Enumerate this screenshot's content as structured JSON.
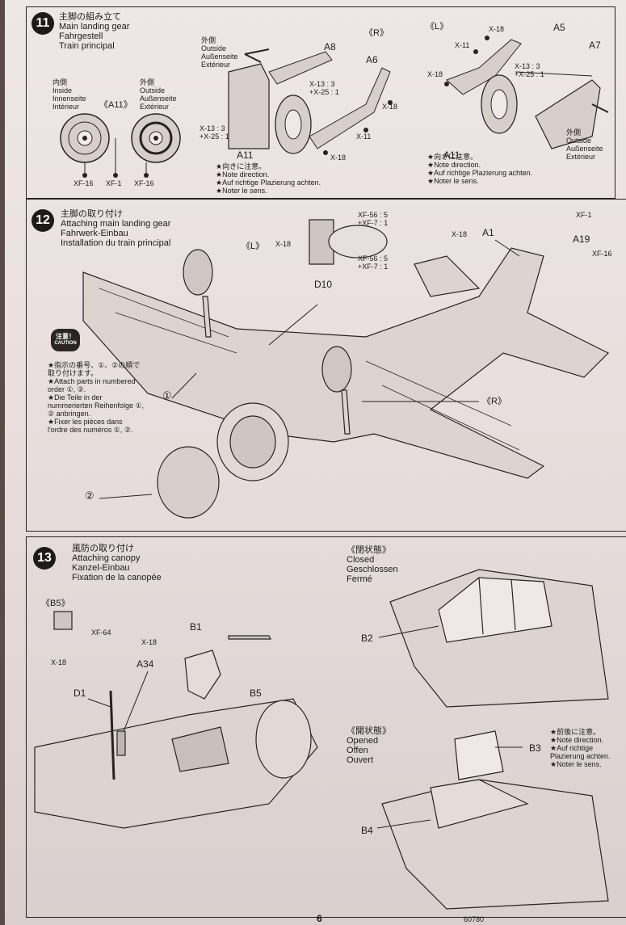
{
  "page_number": "6",
  "footer_code": "60780",
  "step11": {
    "number": "11",
    "title": [
      "主脚の組み立て",
      "Main landing gear",
      "Fahrgestell",
      "Train principal"
    ],
    "inside_label": [
      "内側",
      "Inside",
      "Innenseite",
      "Intérieur"
    ],
    "outside_label": [
      "外側",
      "Outside",
      "Außenseite",
      "Extérieur"
    ],
    "a11_view": "《A11》",
    "paint_xf16_a": "XF-16",
    "paint_xf1": "XF-1",
    "paint_xf16_b": "XF-16",
    "r_label": "《R》",
    "l_label": "《L》",
    "outside_r": [
      "外側",
      "Outside",
      "Außenseite",
      "Extérieur"
    ],
    "outside_l": [
      "外側",
      "Outside",
      "Außenseite",
      "Extérieur"
    ],
    "parts": {
      "a8": "A8",
      "a6": "A6",
      "a11_r": "A11",
      "a5": "A5",
      "a7": "A7",
      "a11_l": "A11"
    },
    "mix_r1": [
      "X-13 : 3",
      "+X-25 : 1"
    ],
    "mix_r2": [
      "X-13 : 3",
      "+X-25 : 1"
    ],
    "mix_l1": [
      "X-13 : 3",
      "+X-25 : 1"
    ],
    "x18_r": "X-18",
    "x11_r": "X-11",
    "x18_r2": "X-18",
    "x18_l": "X-18",
    "x11_l": "X-11",
    "x18_l2": "X-18",
    "note_r": [
      "★向きに注意。",
      "★Note direction.",
      "★Auf richtige Plazierung achten.",
      "★Noter le sens."
    ],
    "note_l": [
      "★向きに注意。",
      "★Note direction.",
      "★Auf richtige Plazierung achten.",
      "★Noter le sens."
    ]
  },
  "step12": {
    "number": "12",
    "title": [
      "主脚の取り付け",
      "Attaching main landing gear",
      "Fahrwerk-Einbau",
      "Installation du train principal"
    ],
    "mix_top": [
      "XF-56 : 5",
      "+XF-7 : 1"
    ],
    "mix_bottom": [
      "XF-56 : 5",
      "+XF-7 : 1"
    ],
    "x18_left": "X-18",
    "l_label": "《L》",
    "d10": "D10",
    "x18_a1": "X-18",
    "a1": "A1",
    "xf1": "XF-1",
    "a19": "A19",
    "xf16": "XF-16",
    "r_label": "《R》",
    "order1": "①",
    "order2": "②",
    "caution_badge": [
      "注意！",
      "CAUTION"
    ],
    "caution_text": [
      "★指示の番号、①、②の順で",
      "取り付けます。",
      "★Attach parts in numbered",
      "order ①, ②.",
      "★Die Teile in der",
      "nummerierten Reihenfolge ①,",
      "② anbringen.",
      "★Fixer les pièces dans",
      "l'ordre des numéros ①, ②."
    ]
  },
  "step13": {
    "number": "13",
    "title": [
      "風防の取り付け",
      "Attaching canopy",
      "Kanzel-Einbau",
      "Fixation de la canopée"
    ],
    "b5_view": "《B5》",
    "xf64": "XF-64",
    "x18_b5": "X-18",
    "x18_a34": "X-18",
    "a34": "A34",
    "b1": "B1",
    "d1": "D1",
    "b5": "B5",
    "closed": [
      "《閉状態》",
      "Closed",
      "Geschlossen",
      "Fermé"
    ],
    "b2": "B2",
    "opened": [
      "《開状態》",
      "Opened",
      "Offen",
      "Ouvert"
    ],
    "b3": "B3",
    "b4": "B4",
    "note": [
      "★前後に注意。",
      "★Note direction.",
      "★Auf richtige",
      "Plazierung achten.",
      "★Noter le sens."
    ]
  }
}
